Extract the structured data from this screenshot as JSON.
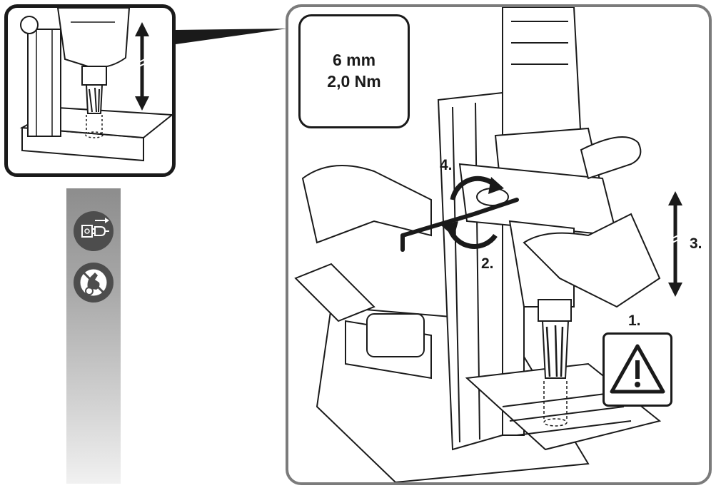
{
  "spec": {
    "line1": "6 mm",
    "line2": "2,0 Nm"
  },
  "steps": {
    "s1": "1.",
    "s2": "2.",
    "s3": "3.",
    "s4": "4."
  },
  "icons": {
    "inset_arrow": "double-arrow-up-down-icon",
    "unplug": "unplug-mains-icon",
    "no_gloves": "no-gloves-icon",
    "warning": "warning-triangle-icon",
    "rotation": "rotation-arrows-icon",
    "height_arrow": "double-arrow-up-down-icon"
  },
  "colors": {
    "line": "#1a1a1a",
    "frame": "#7b7b7b",
    "icon_bg": "#4d4d4d",
    "strip_top": "#8d8d8d",
    "strip_bottom": "#f1f1f1"
  }
}
